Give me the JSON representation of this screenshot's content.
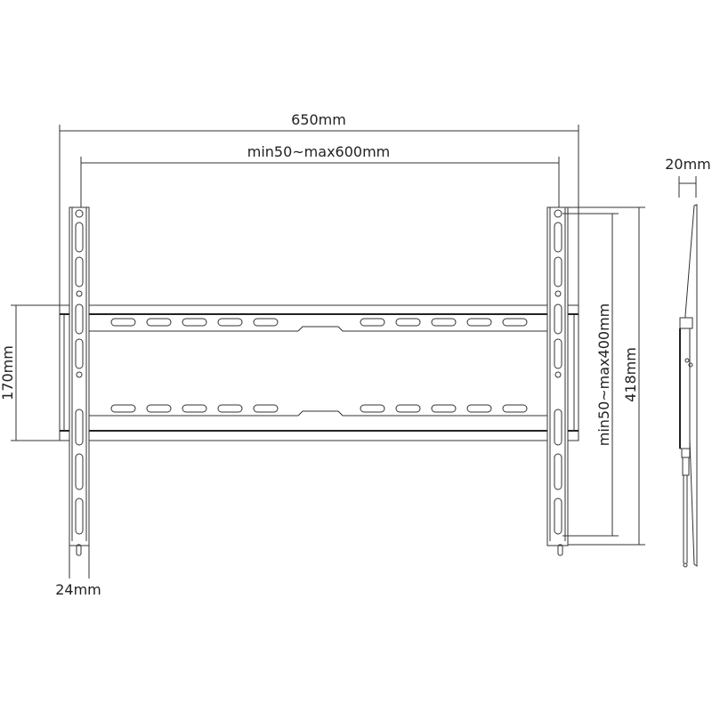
{
  "dimensions": {
    "overall_width": "650mm",
    "vesa_horizontal": "min50~max600mm",
    "side_depth": "20mm",
    "bar_height": "170mm",
    "vesa_vertical": "min50~max400mm",
    "rail_height": "418mm",
    "rail_width": "24mm"
  },
  "colors": {
    "line": "#333333",
    "background": "#ffffff"
  }
}
